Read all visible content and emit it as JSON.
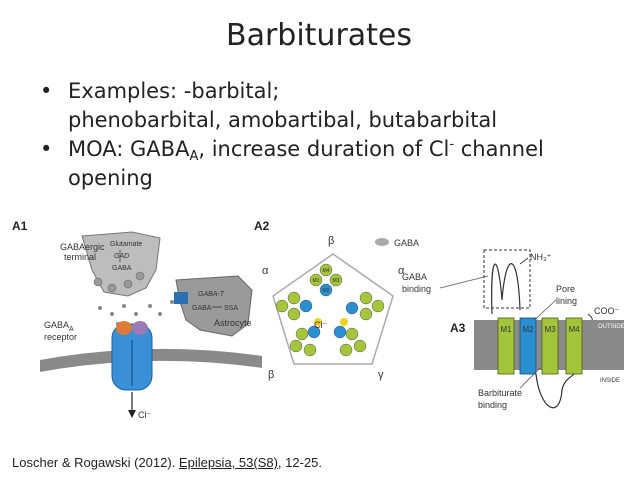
{
  "slide": {
    "title": "Barbiturates",
    "bullet1_line1": "Examples: -barbital;",
    "bullet1_line2": "phenobarbital, amobartibal, butabarbital",
    "bullet2_pre": "MOA: GABA",
    "bullet2_sub": "A",
    "bullet2_mid": ", increase duration of Cl",
    "bullet2_sup": "-",
    "bullet2_post": " channel",
    "bullet2_line2": "opening"
  },
  "figure": {
    "panel_a1": "A1",
    "panel_a2": "A2",
    "panel_a3": "A3",
    "a1": {
      "terminal_line1": "GABAergic",
      "terminal_line2": "terminal",
      "glutamate": "Glutamate",
      "gad": "GAD",
      "gaba": "GABA",
      "gaba_t": "GABA-T",
      "gaba_ssa": "GABA",
      "ssa": "SSA",
      "astrocyte": "Astrocyte",
      "receptor_line1": "GABA",
      "receptor_sub": "A",
      "receptor_line2": "receptor",
      "chloride": "Cl⁻"
    },
    "a2": {
      "legend": "GABA",
      "alpha": "α",
      "beta": "β",
      "gamma": "γ",
      "center": "Cl⁻",
      "m1": "M1",
      "m2": "M2",
      "m3": "M3",
      "m4": "M4"
    },
    "a3": {
      "gaba_binding_line1": "GABA",
      "gaba_binding_line2": "binding",
      "nh3": "NH₃⁺",
      "pore_line1": "Pore",
      "pore_line2": "lining",
      "coo": "COO⁻",
      "outside": "OUTSIDE",
      "inside": "INSIDE",
      "barb_line1": "Barbiturate",
      "barb_line2": "binding",
      "m1": "M1",
      "m2": "M2",
      "m3": "M3",
      "m4": "M4"
    }
  },
  "citation": {
    "pre": "Loscher & Rogawski (2012). ",
    "link": "Epilepsia, 53(S8),",
    "post": " 12-25."
  },
  "colors": {
    "membrane": "#8a8a8a",
    "green_helix": "#a4c43c",
    "blue_helix": "#2a8fd0",
    "receptor_blue": "#3b8fd6",
    "astrocyte": "#9a9a9a"
  }
}
